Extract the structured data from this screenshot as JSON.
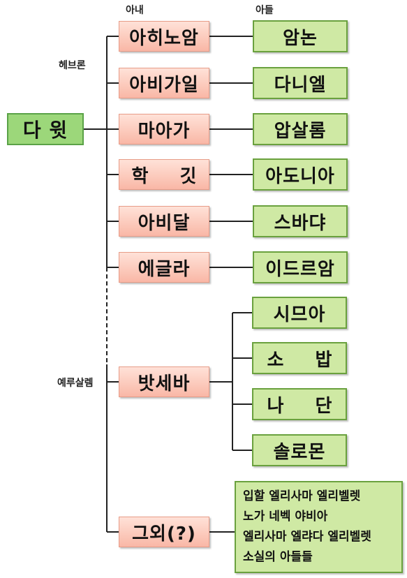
{
  "headers": {
    "wife": "아내",
    "son": "아들"
  },
  "places": {
    "hebron": "헤브론",
    "jerusalem": "예루살렘"
  },
  "david": "다 윗",
  "hebron_pairs": [
    {
      "wife": "아히노암",
      "son": "암논"
    },
    {
      "wife": "아비가일",
      "son": "다니엘"
    },
    {
      "wife": "마아가",
      "son": "압살롬"
    },
    {
      "wife": "학 깃",
      "son": "아도니아"
    },
    {
      "wife": "아비달",
      "son": "스바댜"
    },
    {
      "wife": "에글라",
      "son": "이드르암"
    }
  ],
  "bathsheba": {
    "wife": "밧세바",
    "sons": [
      "시므아",
      "소 밥",
      "나 단",
      "솔로몬"
    ]
  },
  "others": {
    "wife": "그외(?)",
    "lines": [
      "입할 엘리사마 엘리벨렛",
      "노가 네벡 야비아",
      "엘리사마 엘랴다 엘리벨렛",
      "소실의 아들들"
    ]
  }
}
